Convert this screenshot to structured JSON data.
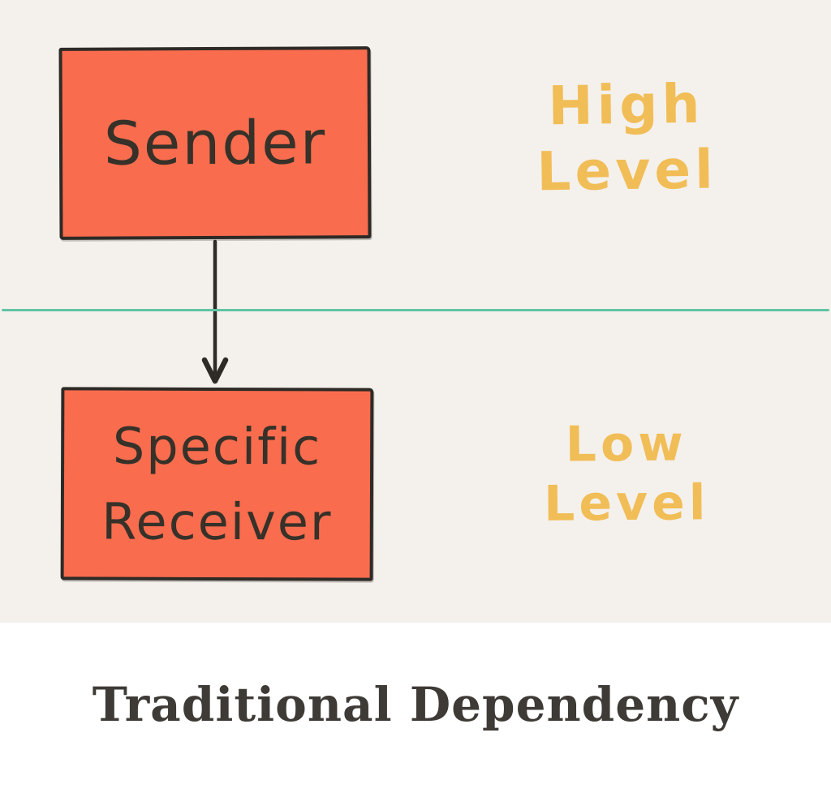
{
  "diagram": {
    "sender_label": "Sender",
    "receiver_label_line1": "Specific",
    "receiver_label_line2": "Receiver",
    "high_level_line1": "High",
    "high_level_line2": "Level",
    "low_level_line1": "Low",
    "low_level_line2": "Level"
  },
  "caption": {
    "title": "Traditional Dependency"
  },
  "colors": {
    "background": "#f4f1ec",
    "panel-white": "#ffffff",
    "box-fill": "#f96c4e",
    "box-border": "#2e2a26",
    "box-text": "#363129",
    "level-text": "#f1bd57",
    "divider": "#61c4a5",
    "arrow": "#2e2a26",
    "title-text": "#3e3a36"
  }
}
